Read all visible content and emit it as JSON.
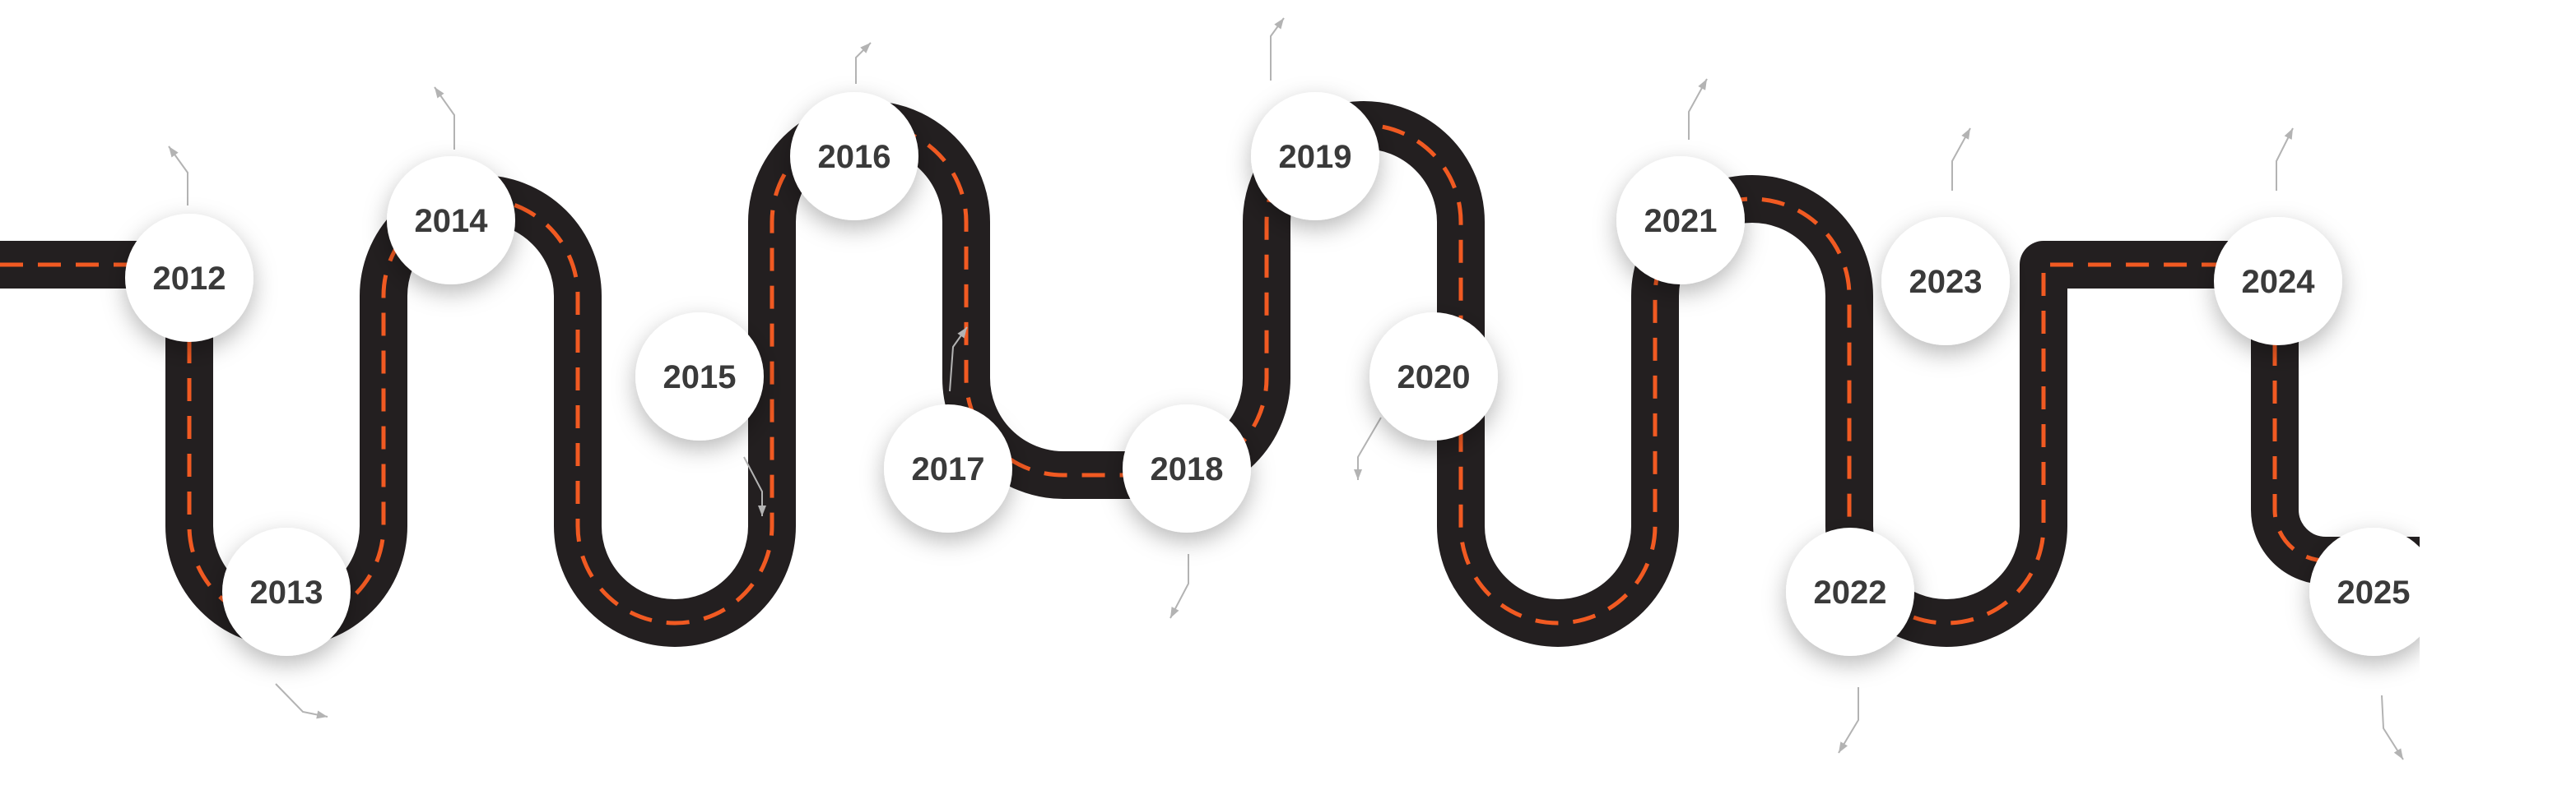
{
  "timeline": {
    "colors": {
      "road": "#231f20",
      "dash": "#f15a22",
      "marker_fill": "#ffffff",
      "marker_text": "#3a3a3a",
      "pointer": "#b3b3b3"
    },
    "milestones": [
      {
        "year": "2012"
      },
      {
        "year": "2013"
      },
      {
        "year": "2014"
      },
      {
        "year": "2015"
      },
      {
        "year": "2016"
      },
      {
        "year": "2017"
      },
      {
        "year": "2018"
      },
      {
        "year": "2019"
      },
      {
        "year": "2020"
      },
      {
        "year": "2021"
      },
      {
        "year": "2022"
      },
      {
        "year": "2023"
      },
      {
        "year": "2024"
      },
      {
        "year": "2025"
      }
    ]
  }
}
